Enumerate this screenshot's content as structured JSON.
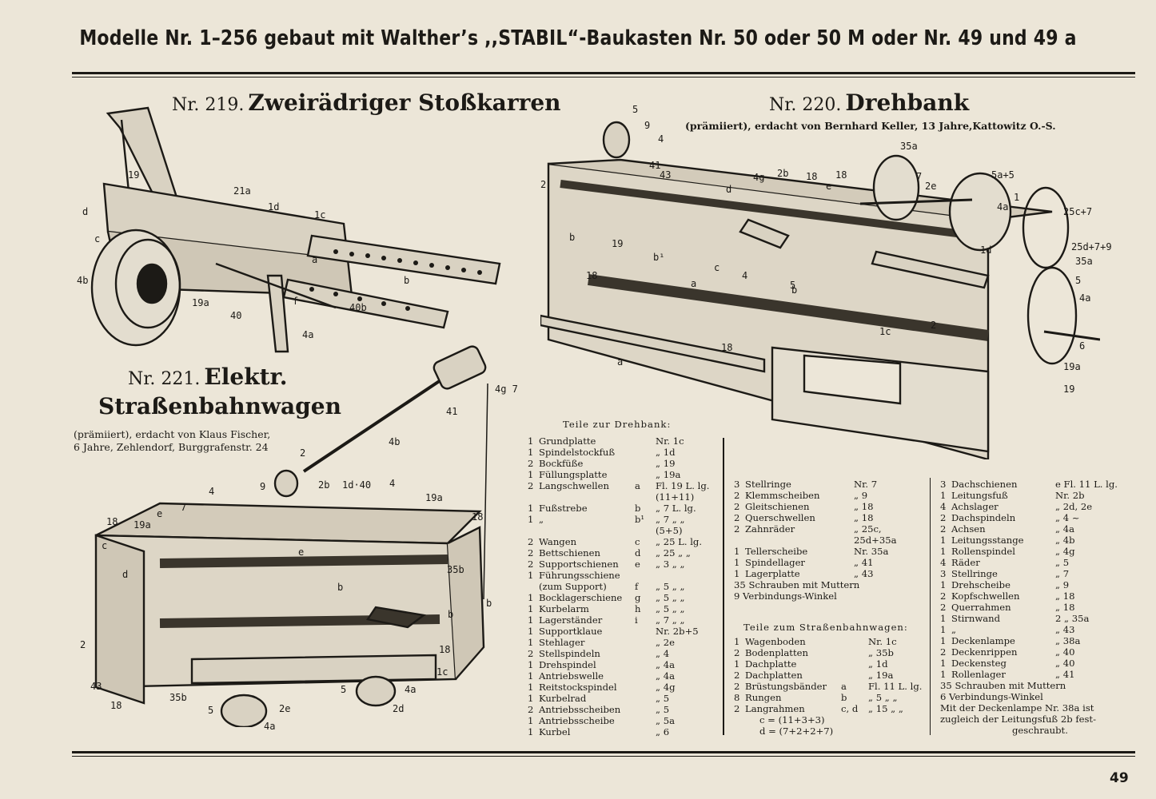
{
  "header": "Modelle Nr. 1–256 gebaut mit Walther’s ,,STABIL“-Baukasten Nr. 50 oder 50 M oder Nr. 49 und 49 a",
  "models": {
    "m219": {
      "number": "Nr. 219.",
      "name": "Zweirädriger Stoßkarren",
      "labels": [
        "19",
        "21a",
        "1d",
        "1c",
        "d",
        "c",
        "4b",
        "a",
        "b",
        "19a",
        "40",
        "f",
        "40b",
        "4a"
      ]
    },
    "m220": {
      "number": "Nr. 220.",
      "name": "Drehbank",
      "note": "(prämiiert), erdacht von Bernhard Keller, 13 Jahre,Kattowitz O.-S.",
      "labels": [
        "5",
        "9",
        "4",
        "41",
        "43",
        "2",
        "d",
        "35a",
        "4g",
        "2b",
        "18",
        "e",
        "18",
        "7",
        "2e",
        "5a+5",
        "1",
        "4a",
        "25c+7",
        "b",
        "19",
        "b¹",
        "c",
        "4",
        "5",
        "1d",
        "a",
        "18",
        "b",
        "25d+7+9",
        "35a",
        "5",
        "4a",
        "2",
        "18",
        "a",
        "1c",
        "6",
        "19a",
        "19"
      ]
    },
    "m221": {
      "number": "Nr. 221.",
      "name_line1": "Elektr.",
      "name_line2": "Straßenbahnwagen",
      "note_line1": "(prämiiert), erdacht von Klaus Fischer,",
      "note_line2": "6 Jahre, Zehlendorf, Burggrafenstr. 24",
      "labels": [
        "4g 7",
        "41",
        "4b",
        "2",
        "4",
        "9",
        "2b",
        "1d·40",
        "4",
        "19a",
        "18",
        "19a",
        "e",
        "7",
        "18",
        "c",
        "d",
        "e",
        "35b",
        "b",
        "b",
        "43",
        "18",
        "35b",
        "5",
        "2e",
        "4a",
        "5",
        "4a",
        "2d",
        "1c",
        "18",
        "2",
        "b"
      ]
    }
  },
  "parts_drehbank": {
    "title": "Teile zur Drehbank:",
    "rows": [
      [
        "1",
        "Grundplatte",
        "",
        "Nr. 1c"
      ],
      [
        "1",
        "Spindelstockfuß",
        "",
        "„ 1d"
      ],
      [
        "2",
        "Bockfüße",
        "",
        "„ 19"
      ],
      [
        "1",
        "Füllungsplatte",
        "",
        "„ 19a"
      ],
      [
        "2",
        "Langschwellen",
        "a",
        "Fl. 19 L. lg."
      ],
      [
        "",
        "",
        "",
        "(11+11)"
      ],
      [
        "1",
        "Fußstrebe",
        "b",
        "„ 7 L. lg."
      ],
      [
        "1",
        "„",
        "b¹",
        "„ 7 „ „"
      ],
      [
        "",
        "",
        "",
        "(5+5)"
      ],
      [
        "2",
        "Wangen",
        "c",
        "„ 25 L. lg."
      ],
      [
        "2",
        "Bettschienen",
        "d",
        "„ 25 „ „"
      ],
      [
        "2",
        "Supportschienen",
        "e",
        "„ 3 „ „"
      ],
      [
        "1",
        "Führungsschiene",
        "",
        ""
      ],
      [
        "",
        "(zum Support)",
        "f",
        "„ 5 „ „"
      ],
      [
        "1",
        "Bocklagerschiene",
        "g",
        "„ 5 „ „"
      ],
      [
        "1",
        "Kurbelarm",
        "h",
        "„ 5 „ „"
      ],
      [
        "1",
        "Lagerständer",
        "i",
        "„ 7 „ „"
      ],
      [
        "1",
        "Supportklaue",
        "",
        "Nr. 2b+5"
      ],
      [
        "1",
        "Stehlager",
        "",
        "„ 2e"
      ],
      [
        "2",
        "Stellspindeln",
        "",
        "„ 4"
      ],
      [
        "1",
        "Drehspindel",
        "",
        "„ 4a"
      ],
      [
        "1",
        "Antriebswelle",
        "",
        "„ 4a"
      ],
      [
        "1",
        "Reitstockspindel",
        "",
        "„ 4g"
      ],
      [
        "1",
        "Kurbelrad",
        "",
        "„ 5"
      ],
      [
        "2",
        "Antriebsscheiben",
        "",
        "„ 5"
      ],
      [
        "1",
        "Antriebsscheibe",
        "",
        "„ 5a"
      ],
      [
        "1",
        "Kurbel",
        "",
        "„ 6"
      ]
    ],
    "rows2": [
      [
        "3",
        "Stellringe",
        "Nr. 7"
      ],
      [
        "2",
        "Klemmscheiben",
        "„ 9"
      ],
      [
        "2",
        "Gleitschienen",
        "„ 18"
      ],
      [
        "2",
        "Querschwellen",
        "„ 18"
      ],
      [
        "2",
        "Zahnräder",
        "„ 25c,"
      ],
      [
        "",
        "",
        "25d+35a"
      ],
      [
        "1",
        "Tellerscheibe",
        "Nr. 35a"
      ],
      [
        "1",
        "Spindellager",
        "„ 41"
      ],
      [
        "1",
        "Lagerplatte",
        "„ 43"
      ]
    ],
    "footer": [
      "35 Schrauben mit Muttern",
      "9 Verbindungs-Winkel"
    ]
  },
  "parts_strassenbahn": {
    "title": "Teile zum Straßenbahnwagen:",
    "rows": [
      [
        "1",
        "Wagenboden",
        "",
        "Nr. 1c"
      ],
      [
        "2",
        "Bodenplatten",
        "",
        "„ 35b"
      ],
      [
        "1",
        "Dachplatte",
        "",
        "„ 1d"
      ],
      [
        "2",
        "Dachplatten",
        "",
        "„ 19a"
      ],
      [
        "2",
        "Brüstungsbänder",
        "a",
        "Fl. 11 L. lg."
      ],
      [
        "8",
        "Rungen",
        "b",
        "„ 5 „ „"
      ],
      [
        "2",
        "Langrahmen",
        "c, d",
        "„ 15 „ „"
      ]
    ],
    "formulas": [
      "c = (11+3+3)",
      "d = (7+2+2+7)"
    ],
    "rows3": [
      [
        "3",
        "Dachschienen",
        "e Fl. 11 L. lg."
      ],
      [
        "1",
        "Leitungsfuß",
        "Nr. 2b"
      ],
      [
        "4",
        "Achslager",
        "„ 2d, 2e"
      ],
      [
        "2",
        "Dachspindeln",
        "„ 4 ~"
      ],
      [
        "2",
        "Achsen",
        "„ 4a"
      ],
      [
        "1",
        "Leitungsstange",
        "„ 4b"
      ],
      [
        "1",
        "Rollenspindel",
        "„ 4g"
      ],
      [
        "4",
        "Räder",
        "„ 5"
      ],
      [
        "3",
        "Stellringe",
        "„ 7"
      ],
      [
        "1",
        "Drehscheibe",
        "„ 9"
      ],
      [
        "2",
        "Kopfschwellen",
        "„ 18"
      ],
      [
        "2",
        "Querrahmen",
        "„ 18"
      ],
      [
        "1",
        "Stirnwand",
        "2 „ 35a"
      ],
      [
        "1",
        "„",
        "„ 43"
      ],
      [
        "1",
        "Deckenlampe",
        "„ 38a"
      ],
      [
        "2",
        "Deckenrippen",
        "„ 40"
      ],
      [
        "1",
        "Deckensteg",
        "„ 40"
      ],
      [
        "1",
        "Rollenlager",
        "„ 41"
      ]
    ],
    "footer": [
      "35 Schrauben mit Muttern",
      "6 Verbindungs-Winkel",
      "Mit der Deckenlampe Nr. 38a ist",
      "zugleich der Leitungsfuß 2b fest-",
      "geschraubt."
    ]
  },
  "page_number": "49"
}
